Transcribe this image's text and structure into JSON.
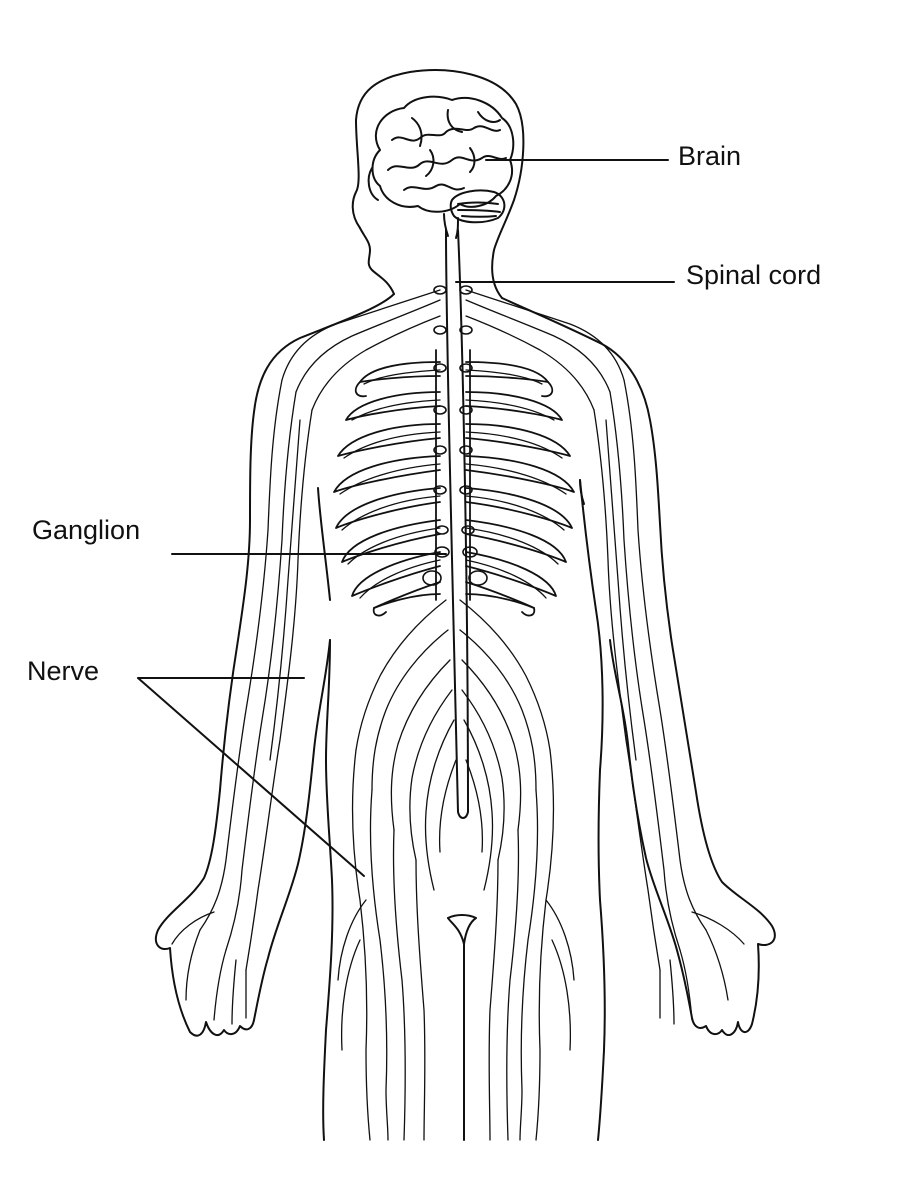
{
  "diagram": {
    "labels": {
      "brain": "Brain",
      "spinal_cord": "Spinal cord",
      "ganglion": "Ganglion",
      "nerve": "Nerve"
    },
    "colors": {
      "ink": "#111111",
      "nerve_fill": "#ffffff",
      "background": "#ffffff"
    },
    "icons": {
      "body": "human-body-outline-icon",
      "brain": "brain-icon",
      "spinal_cord": "spinal-cord-icon",
      "ribs": "rib-cage-icon"
    }
  }
}
